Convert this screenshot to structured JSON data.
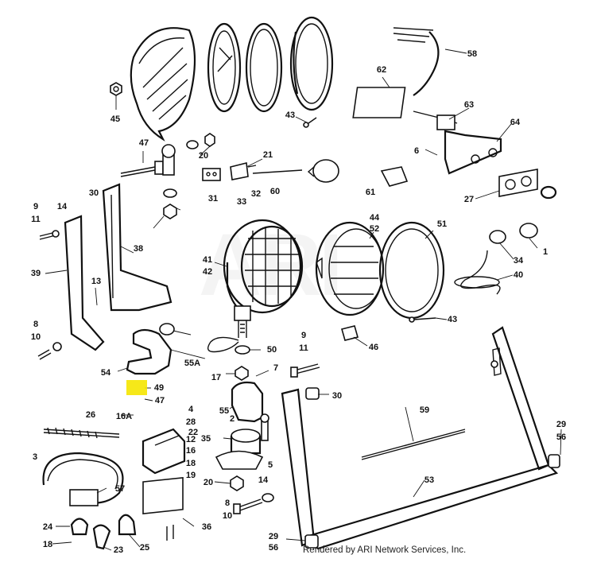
{
  "callouts": [
    "45",
    "47",
    "20",
    "31",
    "32",
    "33",
    "21",
    "60",
    "43",
    "58",
    "62",
    "63",
    "64",
    "6",
    "61",
    "27",
    "1",
    "34",
    "40",
    "9",
    "11",
    "14",
    "30",
    "38",
    "39",
    "13",
    "8",
    "10",
    "54",
    "55A",
    "49",
    "47",
    "17",
    "7",
    "50",
    "44",
    "52",
    "41",
    "42",
    "51",
    "43",
    "46",
    "9",
    "11",
    "30",
    "55",
    "2",
    "4",
    "28",
    "26",
    "16A",
    "22",
    "3",
    "57",
    "12",
    "16",
    "18",
    "19",
    "24",
    "25",
    "23",
    "18",
    "35",
    "20",
    "5",
    "14",
    "8",
    "10",
    "59",
    "53",
    "29",
    "56",
    "29",
    "56",
    "36"
  ],
  "credit": "Rendered by ARI Network Services, Inc.",
  "watermark": "ARI",
  "highlighted_part": "49",
  "highlight_color": "#f5e500"
}
